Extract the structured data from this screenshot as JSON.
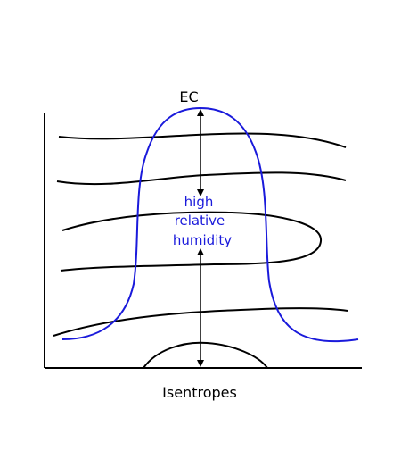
{
  "top_label": "EC",
  "bottom_label": "Isentropes",
  "center_label": {
    "line1": "high",
    "line2": "relative",
    "line3": "humidity"
  },
  "colors": {
    "isentrope_lines": "#000000",
    "ec_outline": "#1a1adb",
    "center_label": "#1a1adb",
    "axes": "#000000",
    "arrows": "#000000"
  }
}
